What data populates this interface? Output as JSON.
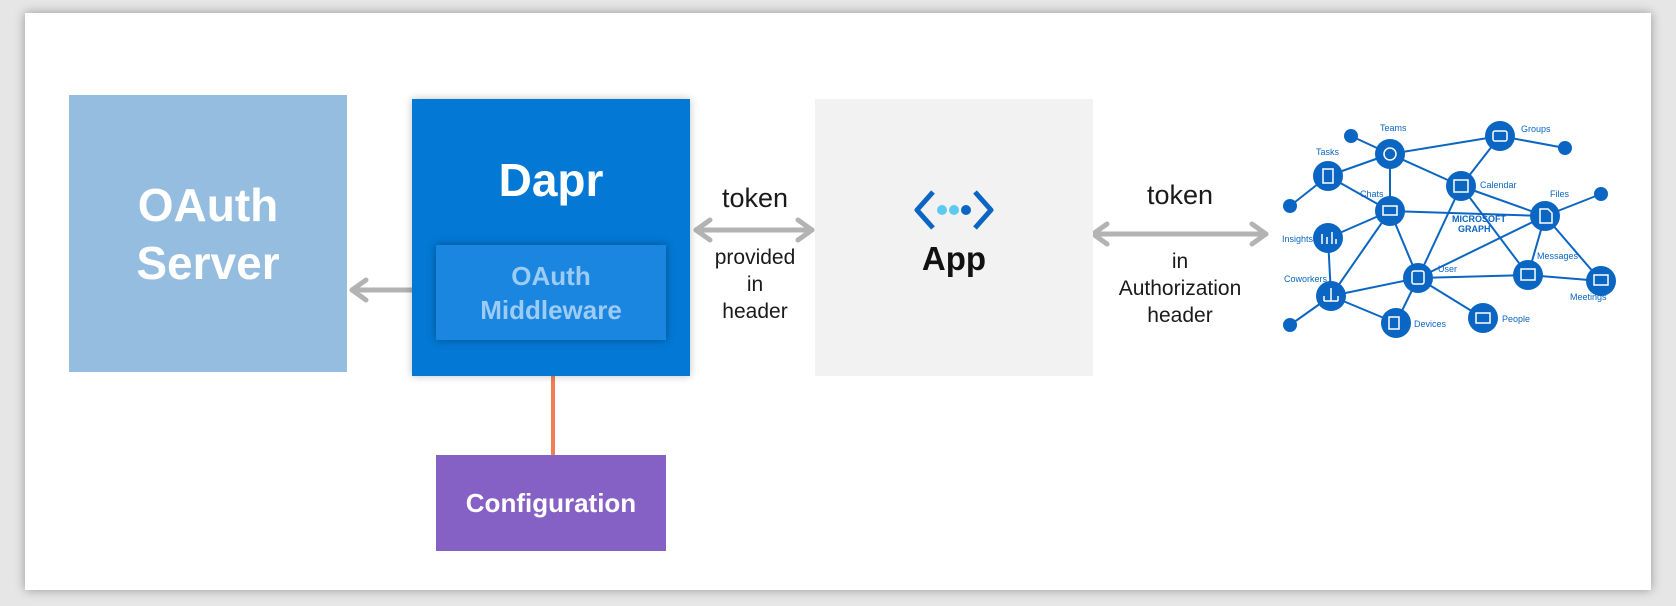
{
  "oauth_server": {
    "label": "OAuth Server"
  },
  "dapr": {
    "title": "Dapr",
    "middleware": "OAuth Middleware"
  },
  "configuration": {
    "label": "Configuration"
  },
  "app": {
    "label": "App"
  },
  "edge_dapr_app": {
    "token": "token",
    "note": [
      "provided",
      "in",
      "header"
    ]
  },
  "edge_app_graph": {
    "token": "token",
    "note": [
      "in",
      "Authorization",
      "header"
    ]
  },
  "graph": {
    "title": [
      "MICROSOFT",
      "GRAPH"
    ],
    "nodes": [
      "Teams",
      "Groups",
      "Tasks",
      "Chats",
      "Calendar",
      "Files",
      "Insights",
      "Coworkers",
      "User",
      "Messages",
      "Meetings",
      "Devices",
      "People"
    ]
  },
  "colors": {
    "oauth_server": "#94bddf",
    "dapr": "#0378d4",
    "middleware": "#1a86e0",
    "configuration": "#8561c5",
    "app": "#f2f2f2",
    "arrow_gray": "#b3b3b3",
    "arrow_orange": "#f07f55",
    "graph_blue": "#0a66c2"
  },
  "icons": [
    "app-icon",
    "graph-node-icon"
  ]
}
